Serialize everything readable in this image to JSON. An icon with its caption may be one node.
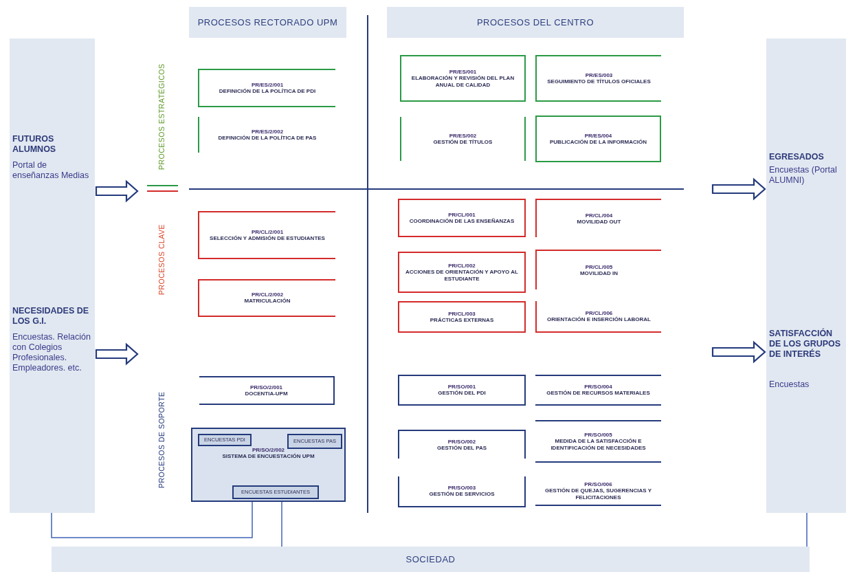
{
  "diagram": {
    "nodes": [
      {
        "text": [
          "FUTUROS ALUMNOS",
          "Portal de enseñanzas Medias",
          "NECESIDADES DE LOS G.I.",
          "Encuestas. Relación con Colegios Profesionales. Empleadores. etc."
        ]
      },
      {
        "text": [
          "PROCESOS RECTORADO UPM"
        ]
      },
      {
        "text": [
          "PROCESOS DEL CENTRO"
        ]
      },
      {
        "text": [
          "EGRESADOS",
          "Encuestas (Portal ALUMNI)",
          "SATISFACCIÓN DE LOS GRUPOS DE INTERÉS",
          "Encuestas"
        ]
      },
      {
        "text": [
          "PR/ES/2/001",
          "DEFINICIÓN DE LA POLÍTICA DE PDI"
        ]
      },
      {
        "text": [
          "PR/ES/001",
          "ELABORACIÓN Y REVISIÓN DEL PLAN ANUAL DE CALIDAD"
        ]
      },
      {
        "text": [
          "PR/ES/003",
          "SEGUIMIENTO DE TÍTULOS OFICIALES"
        ]
      },
      {
        "text": [
          "PR/ES/2/002",
          "DEFINICIÓN DE LA POLÍTICA DE PAS"
        ]
      },
      {
        "text": [
          "PR/ES/002",
          "GESTIÓN DE TÍTULOS"
        ]
      },
      {
        "text": [
          "PR/ES/004",
          "PUBLICACIÓN DE LA INFORMACIÓN"
        ]
      },
      {
        "text": [
          "PR/CL/2/001",
          "SELECCIÓN Y ADMISIÓN DE ESTUDIANTES"
        ]
      },
      {
        "text": [
          "PR/CL/001",
          "COORDINACIÓN DE LAS ENSEÑANZAS"
        ]
      },
      {
        "text": [
          "PR/CL/004",
          "MOVILIDAD OUT"
        ]
      },
      {
        "text": [
          "PR/CL/002",
          "ACCIONES DE ORIENTACIÓN Y APOYO AL ESTUDIANTE"
        ]
      },
      {
        "text": [
          "PR/CL/005",
          "MOVILIDAD IN"
        ]
      },
      {
        "text": [
          "PR/CL/2/002",
          "MATRICULACIÓN"
        ]
      },
      {
        "text": [
          "PR/CL/003",
          "PRÁCTICAS EXTERNAS"
        ]
      },
      {
        "text": [
          "PR/CL/006",
          "ORIENTACIÓN E INSERCIÓN LABORAL"
        ]
      },
      {
        "text": [
          "PR/SO/2/001",
          "DOCENTIA-UPM"
        ]
      },
      {
        "text": [
          "PR/SO/001",
          "GESTIÓN DEL PDI"
        ]
      },
      {
        "text": [
          "PR/SO/004",
          "GESTIÓN DE RECURSOS MATERIALES"
        ]
      },
      {
        "text": [
          "PR/SO/2/002",
          "SISTEMA DE ENCUESTACIÓN UPM"
        ]
      },
      {
        "text": [
          "ENCUESTAS PDI"
        ],
        "in": 21
      },
      {
        "text": [
          "ENCUESTAS PAS"
        ],
        "in": 21
      },
      {
        "text": [
          "ENCUESTAS ESTUDIANTES"
        ],
        "in": 21
      },
      {
        "text": [
          "PR/SO/002",
          "GESTIÓN DEL PAS"
        ]
      },
      {
        "text": [
          "PR/SO/005",
          "MEDIDA DE LA SATISFACCIÓN E IDENTIFICACIÓN DE NECESIDADES"
        ]
      },
      {
        "text": [
          "PR/SO/003",
          "GESTIÓN DE SERVICIOS"
        ]
      },
      {
        "text": [
          "PR/SO/006",
          "GESTIÓN DE QUEJAS, SUGERENCIAS Y FELICITACIONES"
        ]
      },
      {
        "text": [
          "SOCIEDAD"
        ]
      }
    ],
    "edges": [
      {
        "from": 0,
        "to": null,
        "arrow": "to"
      },
      {
        "from": 0,
        "to": null,
        "arrow": "to"
      },
      {
        "from": null,
        "to": 3,
        "arrow": "to"
      },
      {
        "from": null,
        "to": 3,
        "arrow": "to"
      },
      {
        "from": 0,
        "to": 21,
        "arrow": "none"
      },
      {
        "from": 29,
        "to": 21,
        "arrow": "none"
      },
      {
        "from": 3,
        "to": 29,
        "arrow": "none"
      }
    ],
    "labels": [
      "PROCESOS ESTRATÉGICOS",
      "PROCESOS CLAVE",
      "PROCESOS DE SOPORTE"
    ]
  }
}
